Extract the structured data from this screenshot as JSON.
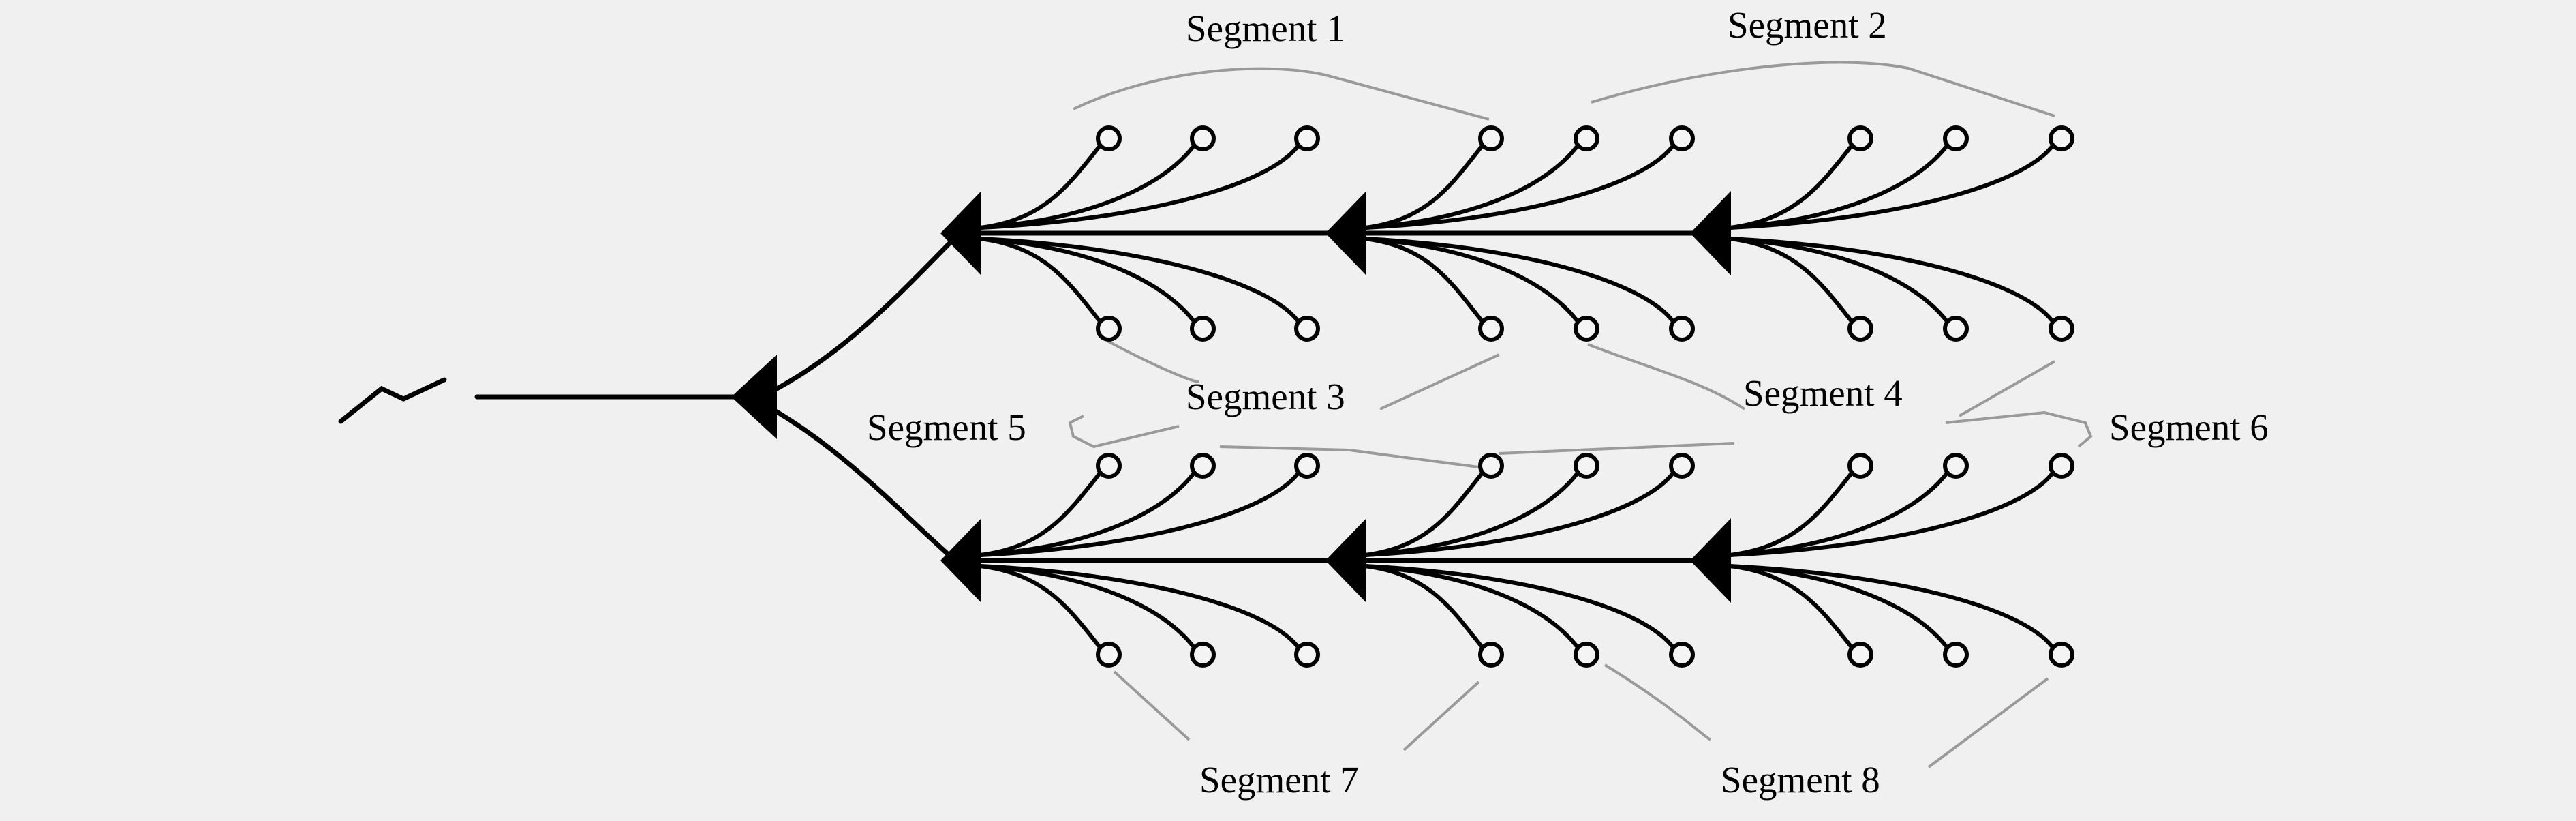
{
  "diagram": {
    "source_symbol": "source-symbol",
    "segments": [
      {
        "id": 1,
        "label": "Segment 1"
      },
      {
        "id": 2,
        "label": "Segment 2"
      },
      {
        "id": 3,
        "label": "Segment 3"
      },
      {
        "id": 4,
        "label": "Segment 4"
      },
      {
        "id": 5,
        "label": "Segment 5"
      },
      {
        "id": 6,
        "label": "Segment 6"
      },
      {
        "id": 7,
        "label": "Segment 7"
      },
      {
        "id": 8,
        "label": "Segment 8"
      }
    ],
    "colors": {
      "background": "#f0f0f0",
      "wire": "#000000",
      "bracket": "#9a9a9a"
    }
  }
}
